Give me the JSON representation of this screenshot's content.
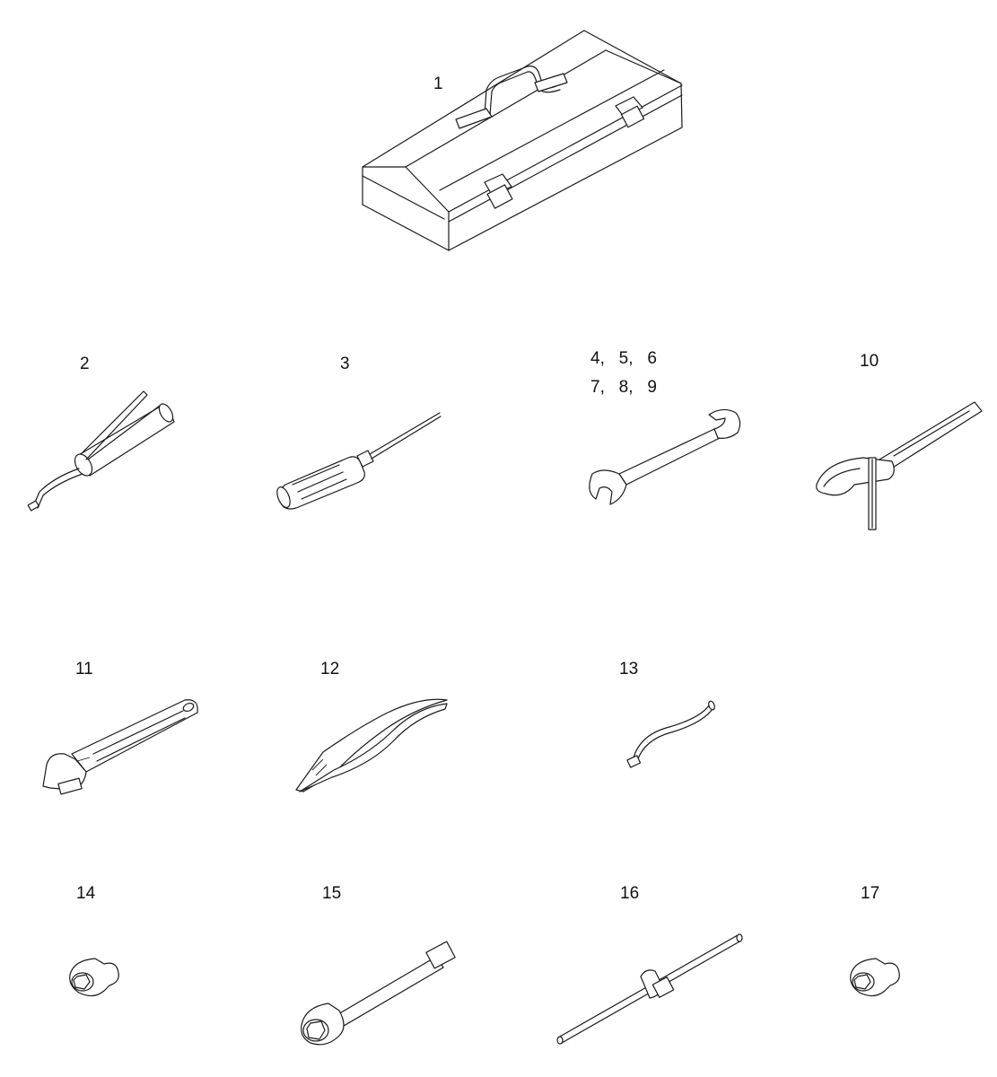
{
  "figure": {
    "title": "",
    "line_color": "#1a1a1a",
    "background": "#ffffff"
  },
  "labels": {
    "l1": "1",
    "l2": "2",
    "l3": "3",
    "l4_6": "4,   5,   6",
    "l7_9": "7,   8,   9",
    "l10": "10",
    "l11": "11",
    "l12": "12",
    "l13": "13",
    "l14": "14",
    "l15": "15",
    "l16": "16",
    "l17": "17"
  },
  "items": [
    {
      "callout": "1",
      "icon": "toolbox-icon"
    },
    {
      "callout": "2",
      "icon": "grease-gun-icon"
    },
    {
      "callout": "3",
      "icon": "screwdriver-icon"
    },
    {
      "callout": "4, 5, 6, 7, 8, 9",
      "icon": "open-end-wrench-icon"
    },
    {
      "callout": "10",
      "icon": "filter-strap-wrench-icon"
    },
    {
      "callout": "11",
      "icon": "adjustable-wrench-icon"
    },
    {
      "callout": "12",
      "icon": "pliers-icon"
    },
    {
      "callout": "13",
      "icon": "grease-nozzle-tube-icon"
    },
    {
      "callout": "14",
      "icon": "socket-icon"
    },
    {
      "callout": "15",
      "icon": "socket-extension-icon"
    },
    {
      "callout": "16",
      "icon": "t-handle-icon"
    },
    {
      "callout": "17",
      "icon": "socket-icon"
    }
  ]
}
